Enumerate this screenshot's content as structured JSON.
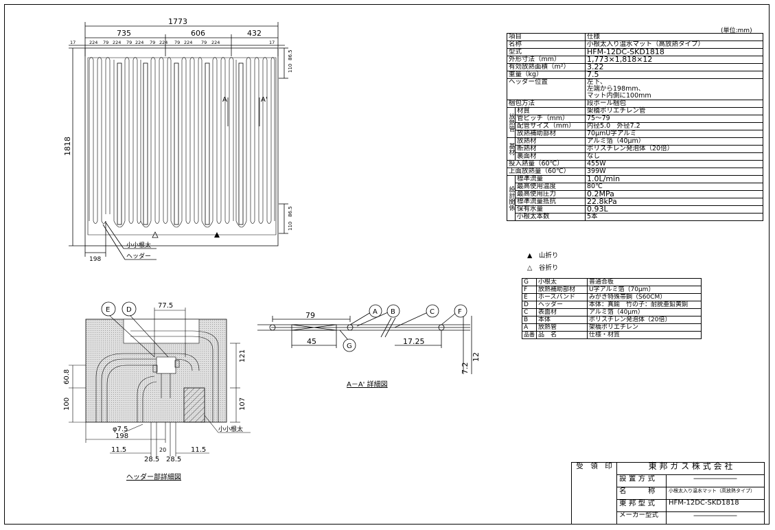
{
  "spec": {
    "unit": "(単位:mm)",
    "header": [
      "項目",
      "仕様"
    ],
    "rows": [
      {
        "item": "名称",
        "value": "小根太入り温水マット（高放熱タイプ）"
      },
      {
        "item": "型式",
        "value": "HFM-12DC-SKD1818"
      },
      {
        "item": "外形寸法（mm）",
        "value": "1,773×1,818×12"
      },
      {
        "item": "有効放熱面積（m²）",
        "value": "3.22"
      },
      {
        "item": "重量（kg）",
        "value": "7.5"
      },
      {
        "item": "ヘッダー位置",
        "value": "左下、",
        "value2": "左端から198mm、",
        "value3": "マット内側に100mm"
      },
      {
        "item": "梱包方法",
        "value": "段ボール梱包"
      }
    ],
    "heat_pipe_group": "放熱管",
    "heat_pipe_rows": [
      {
        "item": "材質",
        "value": "架橋ポリエチレン管"
      },
      {
        "item": "管ピッチ（mm）",
        "value": "75～79"
      },
      {
        "item": "配管サイズ（mm）",
        "value": "内径5.0　外径7.2"
      },
      {
        "item": "放熱補助部材",
        "value": "70μmU字アルミ"
      }
    ],
    "base_group": "基材",
    "base_rows": [
      {
        "item": "放熱材",
        "value": "アルミ箔（40μm）"
      },
      {
        "item": "断熱材",
        "value": "ポリスチレン発泡体（20倍）"
      },
      {
        "item": "裏面材",
        "value": "なし"
      }
    ],
    "input_rows": [
      {
        "item": "投入熱量（60℃）",
        "value": "455W"
      },
      {
        "item": "上面放熱量（60℃）",
        "value": "399W"
      }
    ],
    "design_group": "設計関係",
    "design_rows": [
      {
        "item": "標準流量",
        "value": "1.0L/min"
      },
      {
        "item": "最高使用温度",
        "value": "80℃"
      },
      {
        "item": "最高使用圧力",
        "value": "0.2MPa"
      },
      {
        "item": "標準流量抵抗",
        "value": "22.8kPa"
      },
      {
        "item": "保有水量",
        "value": "0.93L"
      },
      {
        "item": "小根太本数",
        "value": "5本"
      }
    ]
  },
  "legend": {
    "mountain": "山折り",
    "valley": "谷折り"
  },
  "parts": {
    "header": [
      "品番",
      "品　名",
      "仕様・材質"
    ],
    "rows": [
      {
        "id": "G",
        "name": "小根太",
        "spec": "普通合板"
      },
      {
        "id": "F",
        "name": "放熱補助部材",
        "spec": "U字アルミ箔（70μm）"
      },
      {
        "id": "E",
        "name": "ホースバンド",
        "spec": "みがき特殊帯鋼（S60CM）"
      },
      {
        "id": "D",
        "name": "ヘッダー",
        "spec": "本体：真鍮　竹の子：耐脱亜鉛黄銅"
      },
      {
        "id": "C",
        "name": "表面材",
        "spec": "アルミ箔（40μm）"
      },
      {
        "id": "B",
        "name": "本体",
        "spec": "ポリスチレン発泡体（20倍）"
      },
      {
        "id": "A",
        "name": "放熱管",
        "spec": "架橋ポリエチレン"
      }
    ]
  },
  "title_block": {
    "stamp": "受　領　印",
    "company": "東 邦 ガ ス 株 式 会 社",
    "rows": [
      {
        "label": "設 置 方 式",
        "value": "――――――"
      },
      {
        "label": "名　　　称",
        "value": "小根太入り温水マット（高放熱タイプ）"
      },
      {
        "label": "東 邦 型 式",
        "value": "HFM-12DC-SKD1818"
      },
      {
        "label": "メーカー型式",
        "value": "――――――"
      }
    ]
  },
  "plan_view": {
    "overall_width": "1773",
    "seg1": "735",
    "seg2": "606",
    "seg3": "432",
    "small_dims": [
      "17",
      "224",
      "79",
      "224",
      "79",
      "224",
      "79",
      "224",
      "79",
      "224",
      "79",
      "224",
      "17"
    ],
    "height": "1818",
    "right_top": "110",
    "right_top2": "86.5",
    "right_bottom": "86.5",
    "right_bottom2": "110",
    "left_bottom": "198",
    "section_a": "A",
    "section_a2": "A'",
    "label_joist": "小小根太",
    "label_header": "ヘッダー"
  },
  "header_detail": {
    "dim_top": "77.5",
    "dim_121": "121",
    "dim_107": "107",
    "dim_60_8": "60.8",
    "dim_100": "100",
    "dim_pipe": "φ7.5",
    "dim_198": "198",
    "dim_11_5a": "11.5",
    "dim_20": "20",
    "dim_11_5b": "11.5",
    "dim_28_5a": "28.5",
    "dim_28_5b": "28.5",
    "label_e": "E",
    "label_d": "D",
    "label_joist": "小小根太",
    "caption": "ヘッダー部詳細図"
  },
  "section_detail": {
    "dim_79": "79",
    "dim_45": "45",
    "dim_17_25": "17.25",
    "dim_7_2": "7.2",
    "dim_12": "12",
    "labels": [
      "A",
      "B",
      "C",
      "F",
      "G"
    ],
    "caption": "A－A' 詳細図"
  }
}
